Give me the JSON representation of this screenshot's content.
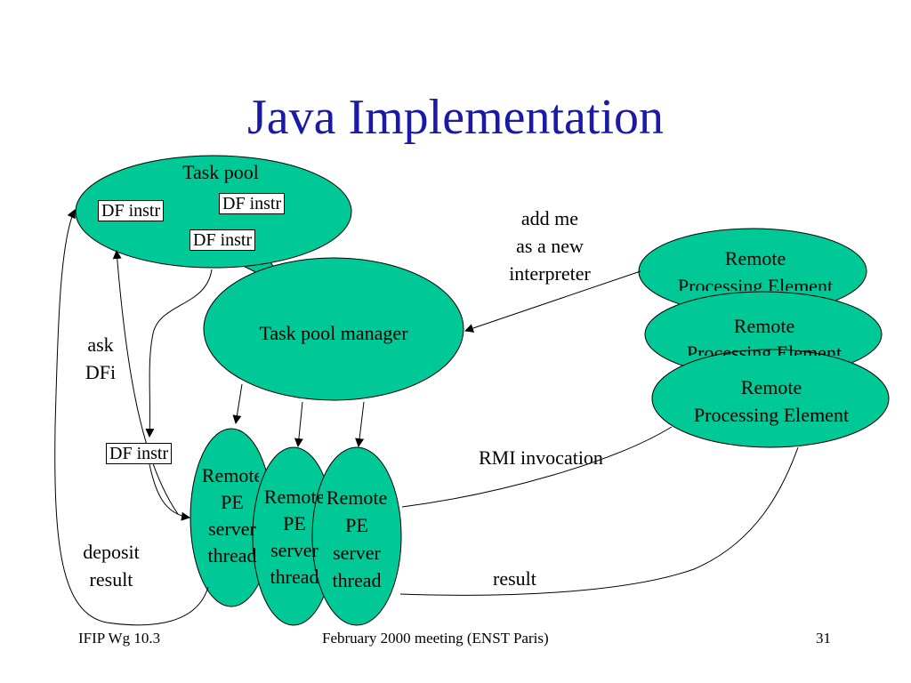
{
  "slide": {
    "title": "Java Implementation",
    "task_pool": {
      "label": "Task pool",
      "items": [
        "DF instr",
        "DF instr",
        "DF instr"
      ]
    },
    "manager_label": "Task pool manager",
    "remote_elements": [
      [
        "Remote",
        "Processing Element"
      ],
      [
        "Remote",
        "Processing Element"
      ],
      [
        "Remote",
        "Processing Element"
      ]
    ],
    "server_threads": [
      [
        "Remote",
        "PE",
        "server",
        "thread"
      ],
      [
        "Remote",
        "PE",
        "server",
        "thread"
      ],
      [
        "Remote",
        "PE",
        "server",
        "thread"
      ]
    ],
    "labels": {
      "add_me": [
        "add me",
        "as a new",
        "interpreter"
      ],
      "ask": [
        "ask",
        "DFi"
      ],
      "deposit": [
        "deposit",
        "result"
      ],
      "rmi": "RMI invocation",
      "result": "result",
      "df_instr_box": "DF instr"
    },
    "colors": {
      "title": "#1a1aa6",
      "shape_fill": "#00c896",
      "stroke": "#000000"
    }
  },
  "footer": {
    "left": "IFIP Wg 10.3",
    "center": "February 2000 meeting (ENST Paris)",
    "page": "31"
  }
}
